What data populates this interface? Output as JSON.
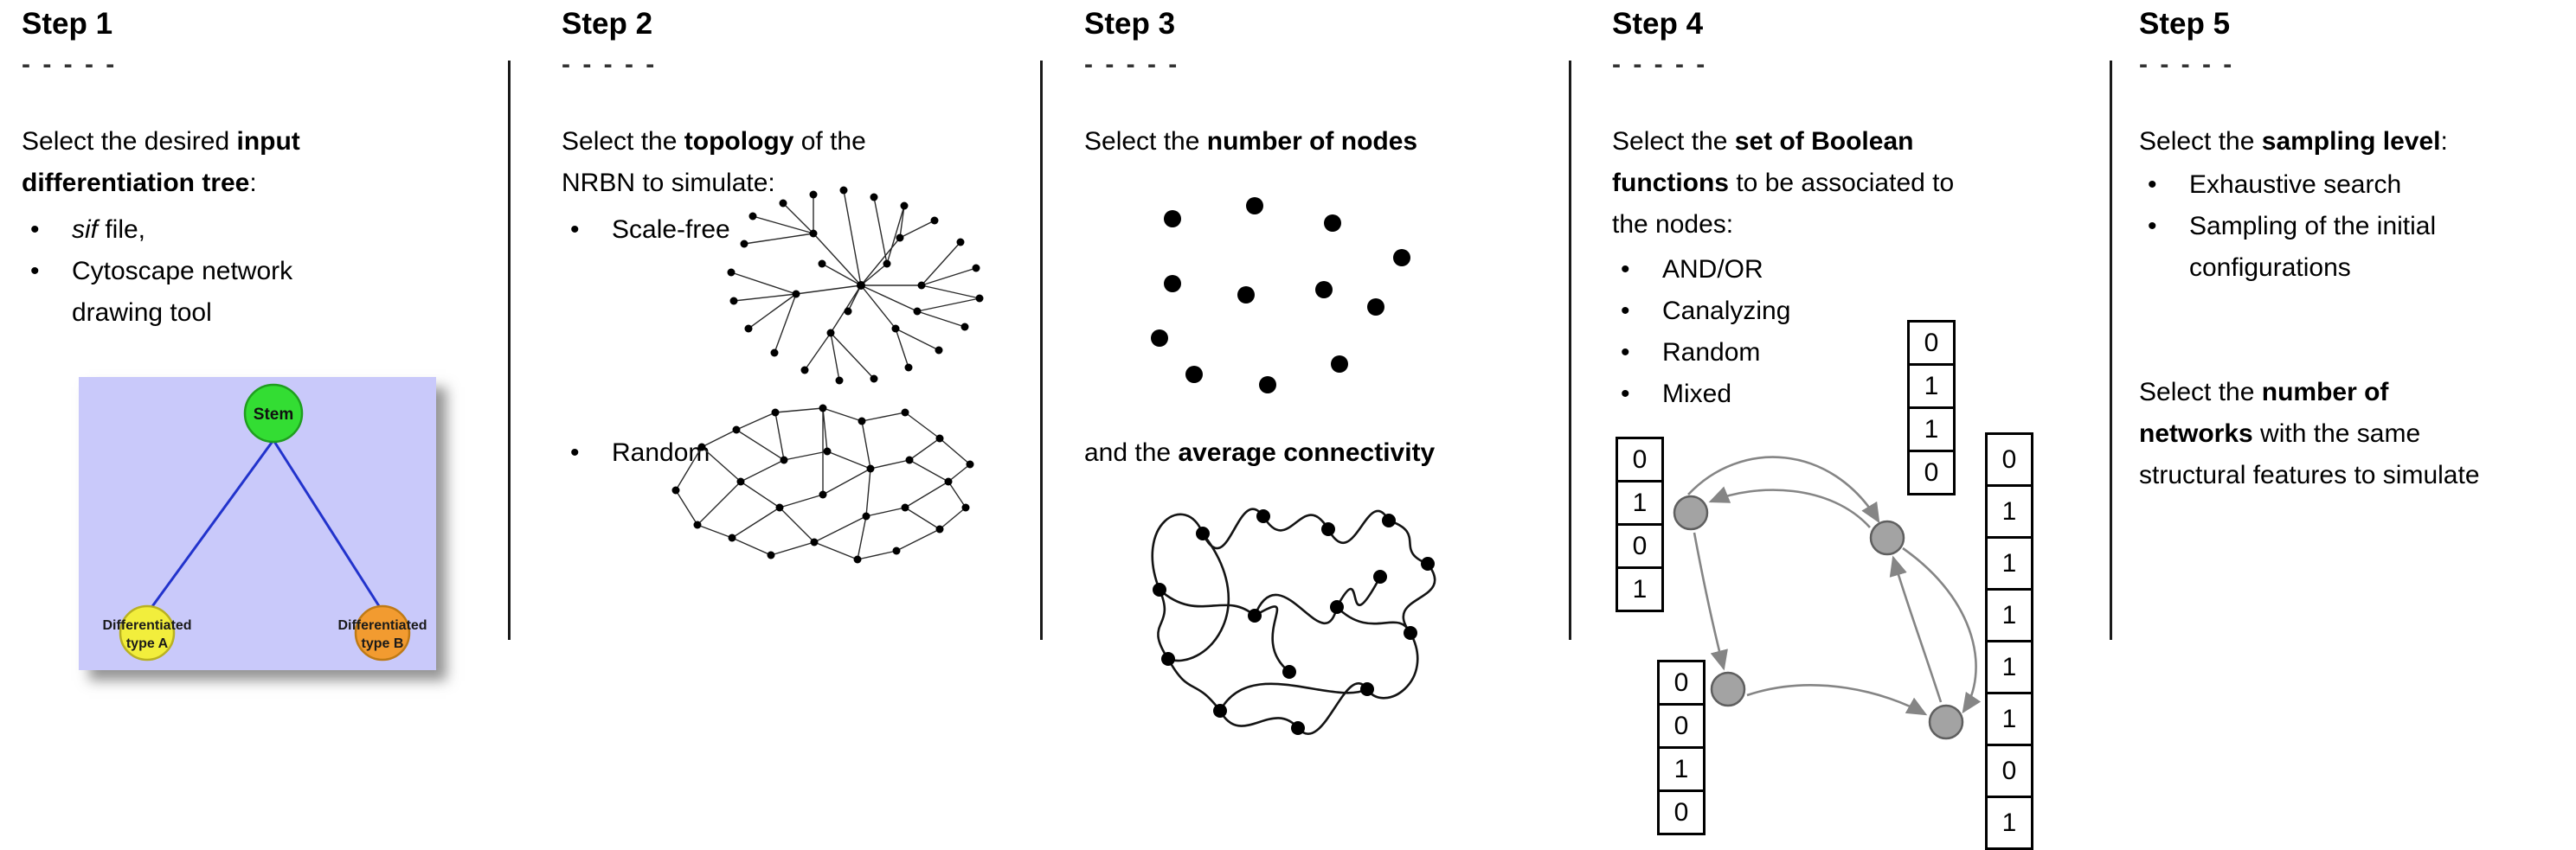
{
  "ui": {
    "bullet": "•"
  },
  "steps": [
    {
      "title": "Step 1",
      "dashes": "- - - - -",
      "intro": [
        {
          "t": "Select the desired "
        },
        {
          "t": "input\ndifferentiation tree",
          "b": true
        },
        {
          "t": ":"
        }
      ],
      "bullets": [
        [
          {
            "t": "sif",
            "i": true
          },
          {
            "t": " file,"
          }
        ],
        [
          {
            "t": "Cytoscape network\ndrawing tool"
          }
        ]
      ],
      "tree": {
        "background": "#c9c9fa",
        "edge_color": "#2233cc",
        "stem": {
          "label": "Stem",
          "color": "#33dd33"
        },
        "type_a": {
          "label_top": "Differentiated",
          "label_bottom": "type A",
          "color": "#f2ee3c"
        },
        "type_b": {
          "label_top": "Differentiated",
          "label_bottom": "type B",
          "color": "#f29b30"
        }
      }
    },
    {
      "title": "Step 2",
      "dashes": "- - - - -",
      "intro": [
        {
          "t": "Select the "
        },
        {
          "t": "topology",
          "b": true
        },
        {
          "t": " of the\nNRBN to simulate:"
        }
      ],
      "bullets": [
        [
          {
            "t": "Scale-free"
          }
        ],
        [
          {
            "t": "Random"
          }
        ]
      ]
    },
    {
      "title": "Step 3",
      "dashes": "- - - - -",
      "line1": [
        {
          "t": "Select the "
        },
        {
          "t": "number of nodes",
          "b": true
        }
      ],
      "line2": [
        {
          "t": "and the "
        },
        {
          "t": "average connectivity",
          "b": true
        }
      ]
    },
    {
      "title": "Step 4",
      "dashes": "- - - - -",
      "intro": [
        {
          "t": "Select the "
        },
        {
          "t": "set of Boolean\nfunctions",
          "b": true
        },
        {
          "t": " to be associated to\nthe nodes:"
        }
      ],
      "bullets": [
        [
          {
            "t": "AND/OR"
          }
        ],
        [
          {
            "t": "Canalyzing"
          }
        ],
        [
          {
            "t": "Random"
          }
        ],
        [
          {
            "t": "Mixed"
          }
        ]
      ],
      "tables": {
        "t1": [
          "0",
          "1",
          "1",
          "0"
        ],
        "t2": [
          "0",
          "1",
          "0",
          "1"
        ],
        "t3": [
          "0",
          "0",
          "1",
          "0"
        ],
        "t4": [
          "0",
          "1",
          "1",
          "1",
          "1",
          "1",
          "0",
          "1"
        ]
      }
    },
    {
      "title": "Step 5",
      "dashes": "- - - - -",
      "intro": [
        {
          "t": "Select the "
        },
        {
          "t": "sampling level",
          "b": true
        },
        {
          "t": ":"
        }
      ],
      "bullets": [
        [
          {
            "t": "Exhaustive search"
          }
        ],
        [
          {
            "t": "Sampling of the initial\nconfigurations"
          }
        ]
      ],
      "paragraph2": [
        {
          "t": "Select the "
        },
        {
          "t": "number of\nnetworks",
          "b": true
        },
        {
          "t": " with the same\nstructural features to simulate"
        }
      ]
    }
  ]
}
